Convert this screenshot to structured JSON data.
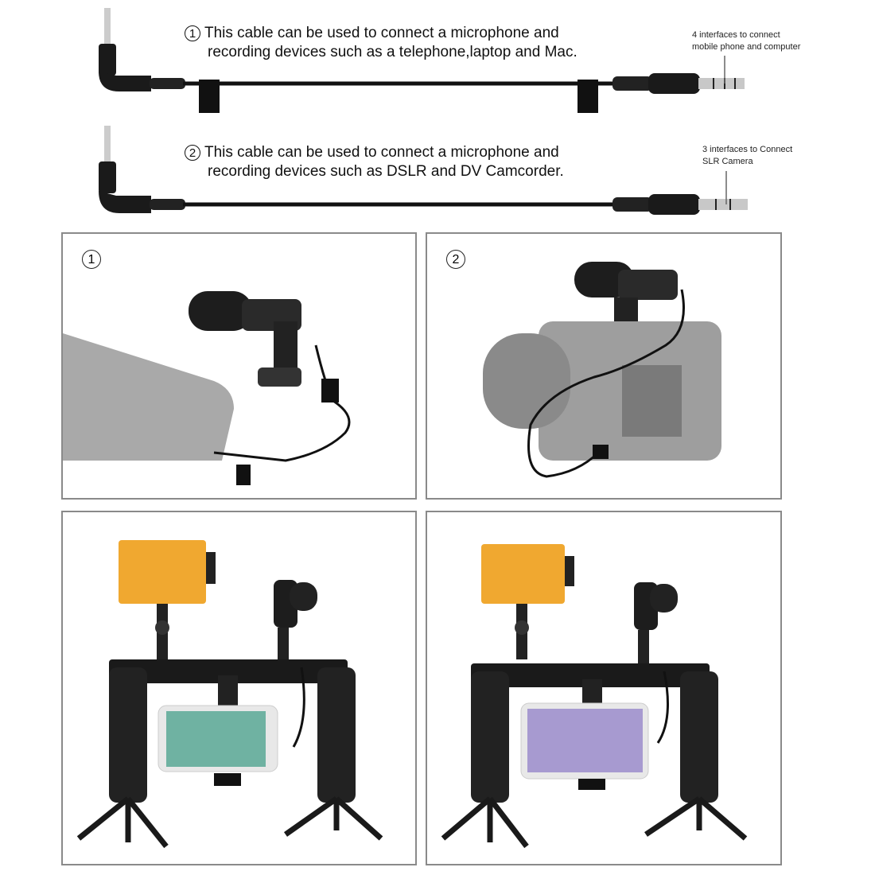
{
  "cables": [
    {
      "number": "1",
      "line1": "This cable can be used to connect a microphone and",
      "line2": "recording devices such as a telephone,laptop and Mac.",
      "note_line1": "4 interfaces to connect",
      "note_line2": "mobile phone and computer"
    },
    {
      "number": "2",
      "line1": "This cable can be used to connect a microphone and",
      "line2": "recording devices such as DSLR and DV Camcorder.",
      "note_line1": "3 interfaces to Connect",
      "note_line2": "SLR Camera"
    }
  ],
  "panels": [
    {
      "number": "1"
    },
    {
      "number": "2"
    }
  ],
  "colors": {
    "light_panel": "#f0a830",
    "cable": "#111111",
    "frame": "#8a8a8a"
  }
}
